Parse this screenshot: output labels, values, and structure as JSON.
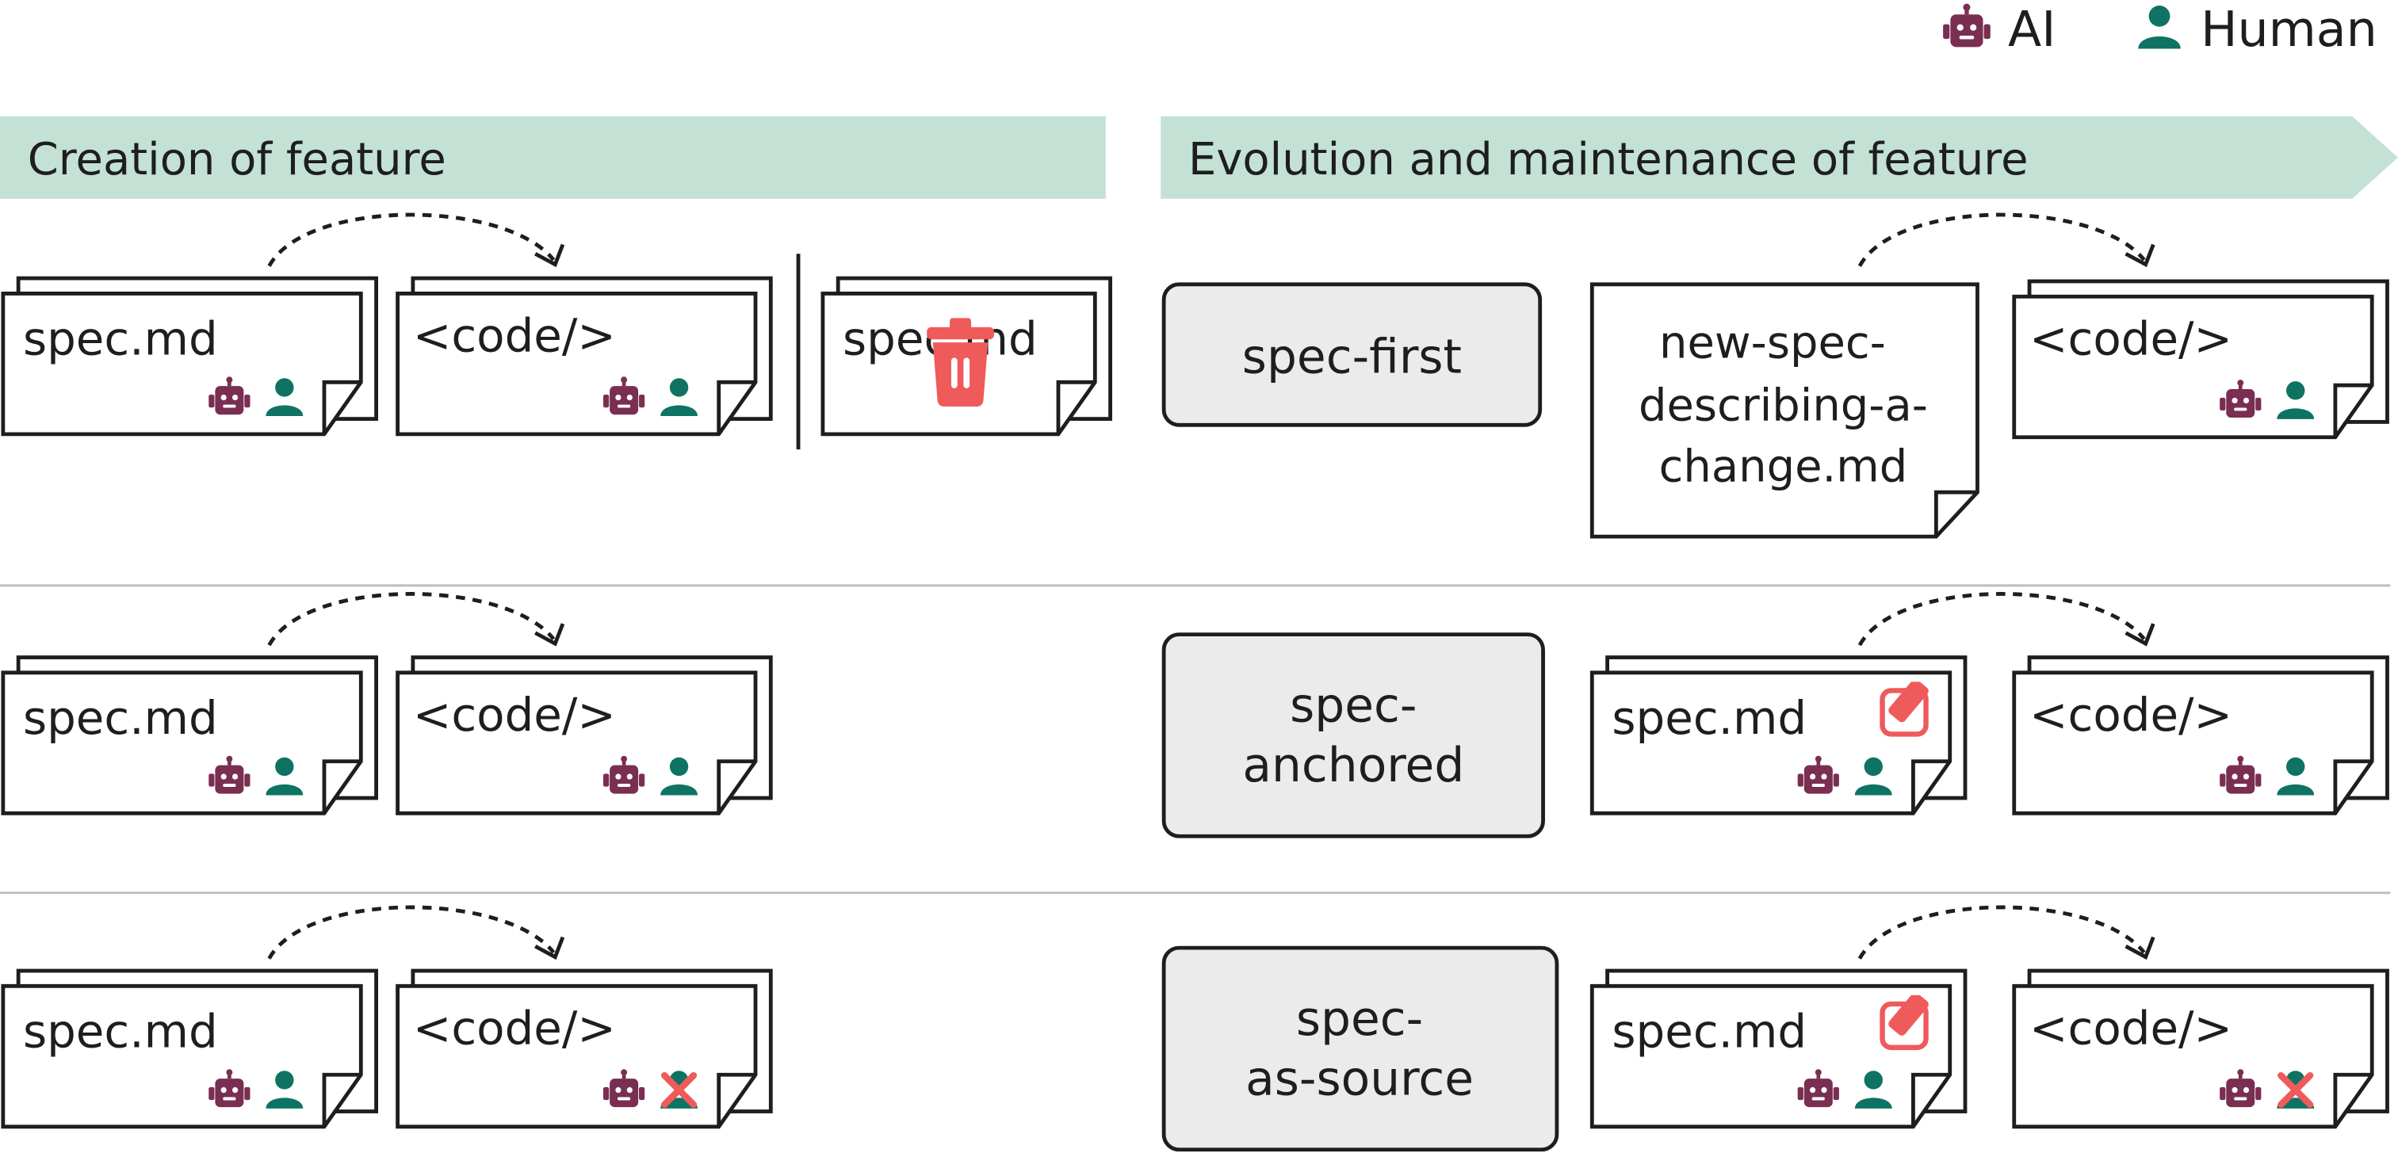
{
  "legend": {
    "ai_label": "AI",
    "human_label": "Human"
  },
  "headers": {
    "creation": "Creation of feature",
    "evolution": "Evolution and maintenance of feature"
  },
  "colors": {
    "banner": "#c3e1d4",
    "ai": "#7a2e52",
    "human": "#0e7363",
    "edit_delete": "#ef5a5a",
    "box_fill": "#ebebeb",
    "stroke": "#1e1e1e"
  },
  "rows": [
    {
      "creation": {
        "spec_doc": "spec.md",
        "code_doc": "<code/>",
        "deleted_doc": "spec.md"
      },
      "approach": [
        "spec-first"
      ],
      "evolution": {
        "new_spec_doc": [
          "new-spec-",
          "describing-a-",
          "change.md"
        ],
        "code_doc": "<code/>"
      }
    },
    {
      "creation": {
        "spec_doc": "spec.md",
        "code_doc": "<code/>"
      },
      "approach": [
        "spec-",
        "anchored"
      ],
      "evolution": {
        "spec_doc": "spec.md",
        "code_doc": "<code/>"
      }
    },
    {
      "creation": {
        "spec_doc": "spec.md",
        "code_doc": "<code/>"
      },
      "approach": [
        "spec-",
        "as-source"
      ],
      "evolution": {
        "spec_doc": "spec.md",
        "code_doc": "<code/>"
      }
    }
  ]
}
